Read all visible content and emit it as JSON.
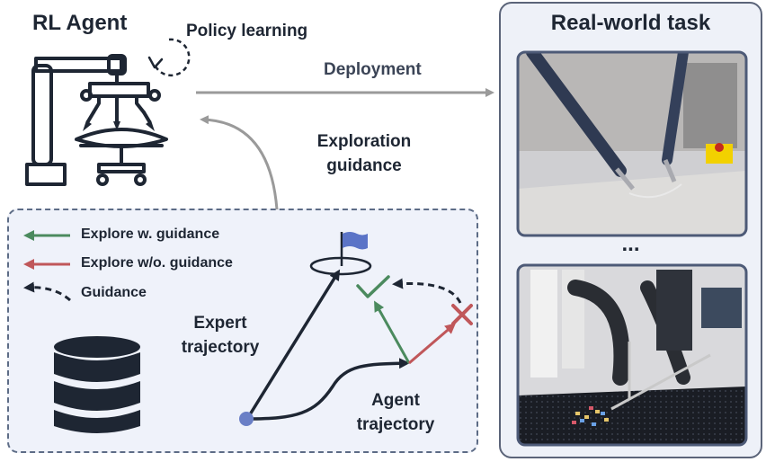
{
  "agent": {
    "title": "RL Agent",
    "policy_label": "Policy learning"
  },
  "arrows": {
    "deployment": "Deployment",
    "exploration_line1": "Exploration",
    "exploration_line2": "guidance"
  },
  "real_world": {
    "title": "Real-world task",
    "ellipsis": "..."
  },
  "legend": [
    {
      "label": "Explore w. guidance",
      "color": "#4b8a5e"
    },
    {
      "label": "Explore w/o. guidance",
      "color": "#c0575a"
    },
    {
      "label": "Guidance",
      "color": "#1e2633"
    }
  ],
  "trajectories": {
    "expert_line1": "Expert",
    "expert_line2": "trajectory",
    "agent_line1": "Agent",
    "agent_line2": "trajectory"
  },
  "icons": [
    "surgical-robot-icon",
    "database-icon",
    "flag-icon",
    "check-icon",
    "cross-icon"
  ],
  "colors": {
    "panel_border": "#5d6c86",
    "panel_fill": "#eff2fa",
    "dark": "#1e2633",
    "arrow_gray": "#9a9a9a",
    "start_dot": "#6a7fc6",
    "flag": "#5b74c7"
  }
}
